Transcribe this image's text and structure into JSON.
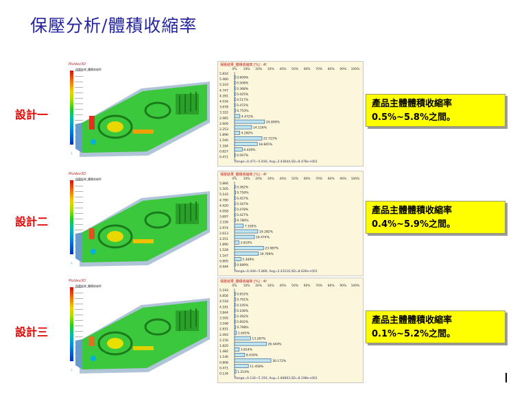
{
  "title": "保壓分析/體積收縮率",
  "rows": [
    {
      "label": "設計一",
      "sim": {
        "brand": "Moldex3D",
        "subtitle": "保壓結果_體積收縮率"
      },
      "hist": {
        "title": "保壓結果_體積收縮率 [%] : 4f",
        "axis_ticks": [
          "0%",
          "10%",
          "20%",
          "30%",
          "40%",
          "50%",
          "60%",
          "70%",
          "80%",
          "90%",
          "100%"
        ],
        "bins": [
          "5.816",
          "5.460",
          "5.103",
          "4.747",
          "4.391",
          "4.034",
          "3.678",
          "3.322",
          "2.965",
          "2.609",
          "2.253",
          "1.896",
          "1.540",
          "1.184",
          "0.827",
          "0.471"
        ],
        "percents": [
          "0.609%",
          "0.508%",
          "0.368%",
          "0.425%",
          "0.517%",
          "0.472%",
          "0.753%",
          "4.472%",
          "24.899%",
          "14.126%",
          "4.282%",
          "22.723%",
          "18.845%",
          "6.426%",
          "0.567%"
        ],
        "values": [
          0.609,
          0.508,
          0.368,
          0.425,
          0.517,
          0.472,
          0.753,
          4.472,
          24.899,
          14.126,
          4.282,
          22.723,
          18.845,
          6.426,
          0.567
        ],
        "footer": "Range=0.471~5.816, Avg=2.43644,SD=8.478e+001"
      },
      "summary_line1": "產品主體體積收縮率",
      "summary_line2": "0.5%~5.8%之間。"
    },
    {
      "label": "設計二",
      "sim": {
        "brand": "Moldex3D",
        "subtitle": "保壓結果_體積收縮率"
      },
      "hist": {
        "title": "保壓結果_體積收縮率 [%] : 4f",
        "axis_ticks": [
          "0%",
          "10%",
          "20%",
          "30%",
          "40%",
          "50%",
          "60%",
          "70%",
          "80%",
          "90%",
          "100%"
        ],
        "bins": [
          "5.866",
          "5.505",
          "5.143",
          "4.780",
          "4.420",
          "4.058",
          "3.697",
          "3.336",
          "2.974",
          "2.613",
          "2.251",
          "1.890",
          "1.528",
          "1.167",
          "0.805",
          "0.444"
        ],
        "percents": [
          "0.362%",
          "0.750%",
          "0.457%",
          "0.347%",
          "0.478%",
          "0.427%",
          "0.780%",
          "7.195%",
          "19.282%",
          "16.474%",
          "3.610%",
          "23.987%",
          "19.769%",
          "5.309%",
          "0.689%"
        ],
        "values": [
          0.362,
          0.75,
          0.457,
          0.347,
          0.478,
          0.427,
          0.78,
          7.195,
          19.282,
          16.474,
          3.61,
          23.987,
          19.769,
          5.309,
          0.689
        ],
        "footer": "Range=0.444~5.866, Avg=2.43116,SD=8.626e+001"
      },
      "summary_line1": "產品主體體積收縮率",
      "summary_line2": "0.4%~5.9%之間。"
    },
    {
      "label": "設計三",
      "sim": {
        "brand": "Moldex3D",
        "subtitle": "保壓結果_體積收縮率"
      },
      "hist": {
        "title": "保壓結果_體積收縮率 [%] : 4f",
        "axis_ticks": [
          "0%",
          "10%",
          "20%",
          "30%",
          "40%",
          "50%",
          "60%",
          "70%",
          "80%",
          "90%",
          "100%"
        ],
        "bins": [
          "5.193",
          "4.856",
          "4.518",
          "4.181",
          "3.844",
          "3.505",
          "3.168",
          "2.831",
          "2.493",
          "2.156",
          "1.820",
          "1.482",
          "1.146",
          "0.808",
          "0.471",
          "0.134"
        ],
        "percents": [
          "0.652%",
          "0.701%",
          "0.195%",
          "0.108%",
          "0.392%",
          "0.602%",
          "0.798%",
          "1.645%",
          "13.287%",
          "26.444%",
          "3.814%",
          "8.430%",
          "30.172%",
          "11.458%",
          "1.214%"
        ],
        "values": [
          0.652,
          0.701,
          0.195,
          0.108,
          0.392,
          0.602,
          0.798,
          1.645,
          13.287,
          26.444,
          3.814,
          8.43,
          30.172,
          11.458,
          1.214
        ],
        "footer": "Range=0.134~5.193, Avg=1.84963,SD=8.198e+001"
      },
      "summary_line1": "產品主體體積收縮率",
      "summary_line2": "0.1%~5.2%之間。"
    }
  ]
}
